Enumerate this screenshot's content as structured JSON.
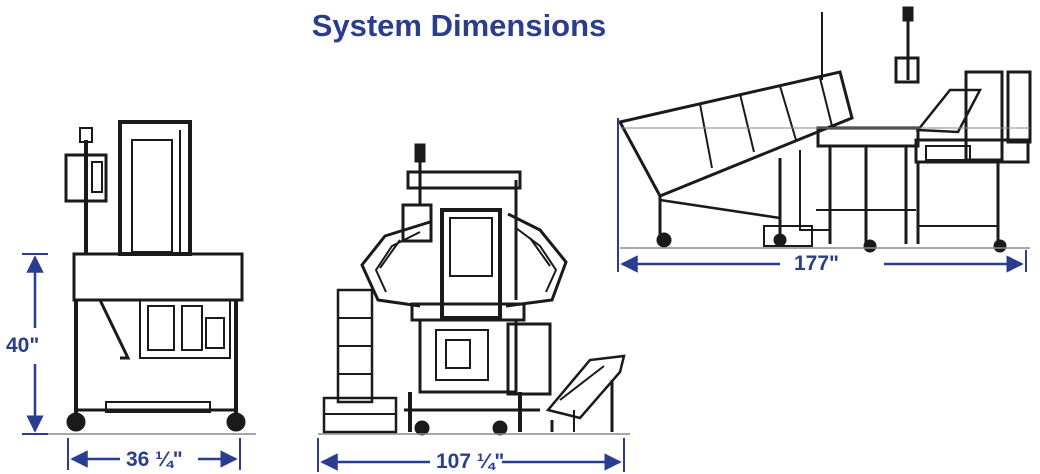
{
  "title": "System Dimensions",
  "colors": {
    "accent": "#2b3d8f",
    "line": "#1a1a1a",
    "ground": "#8a8a8a"
  },
  "views": {
    "side": {
      "height_label": "40\"",
      "width_label": "36 ¼\""
    },
    "front": {
      "width_label": "107 ¼\""
    },
    "top_view": {
      "width_label": "177\""
    }
  }
}
